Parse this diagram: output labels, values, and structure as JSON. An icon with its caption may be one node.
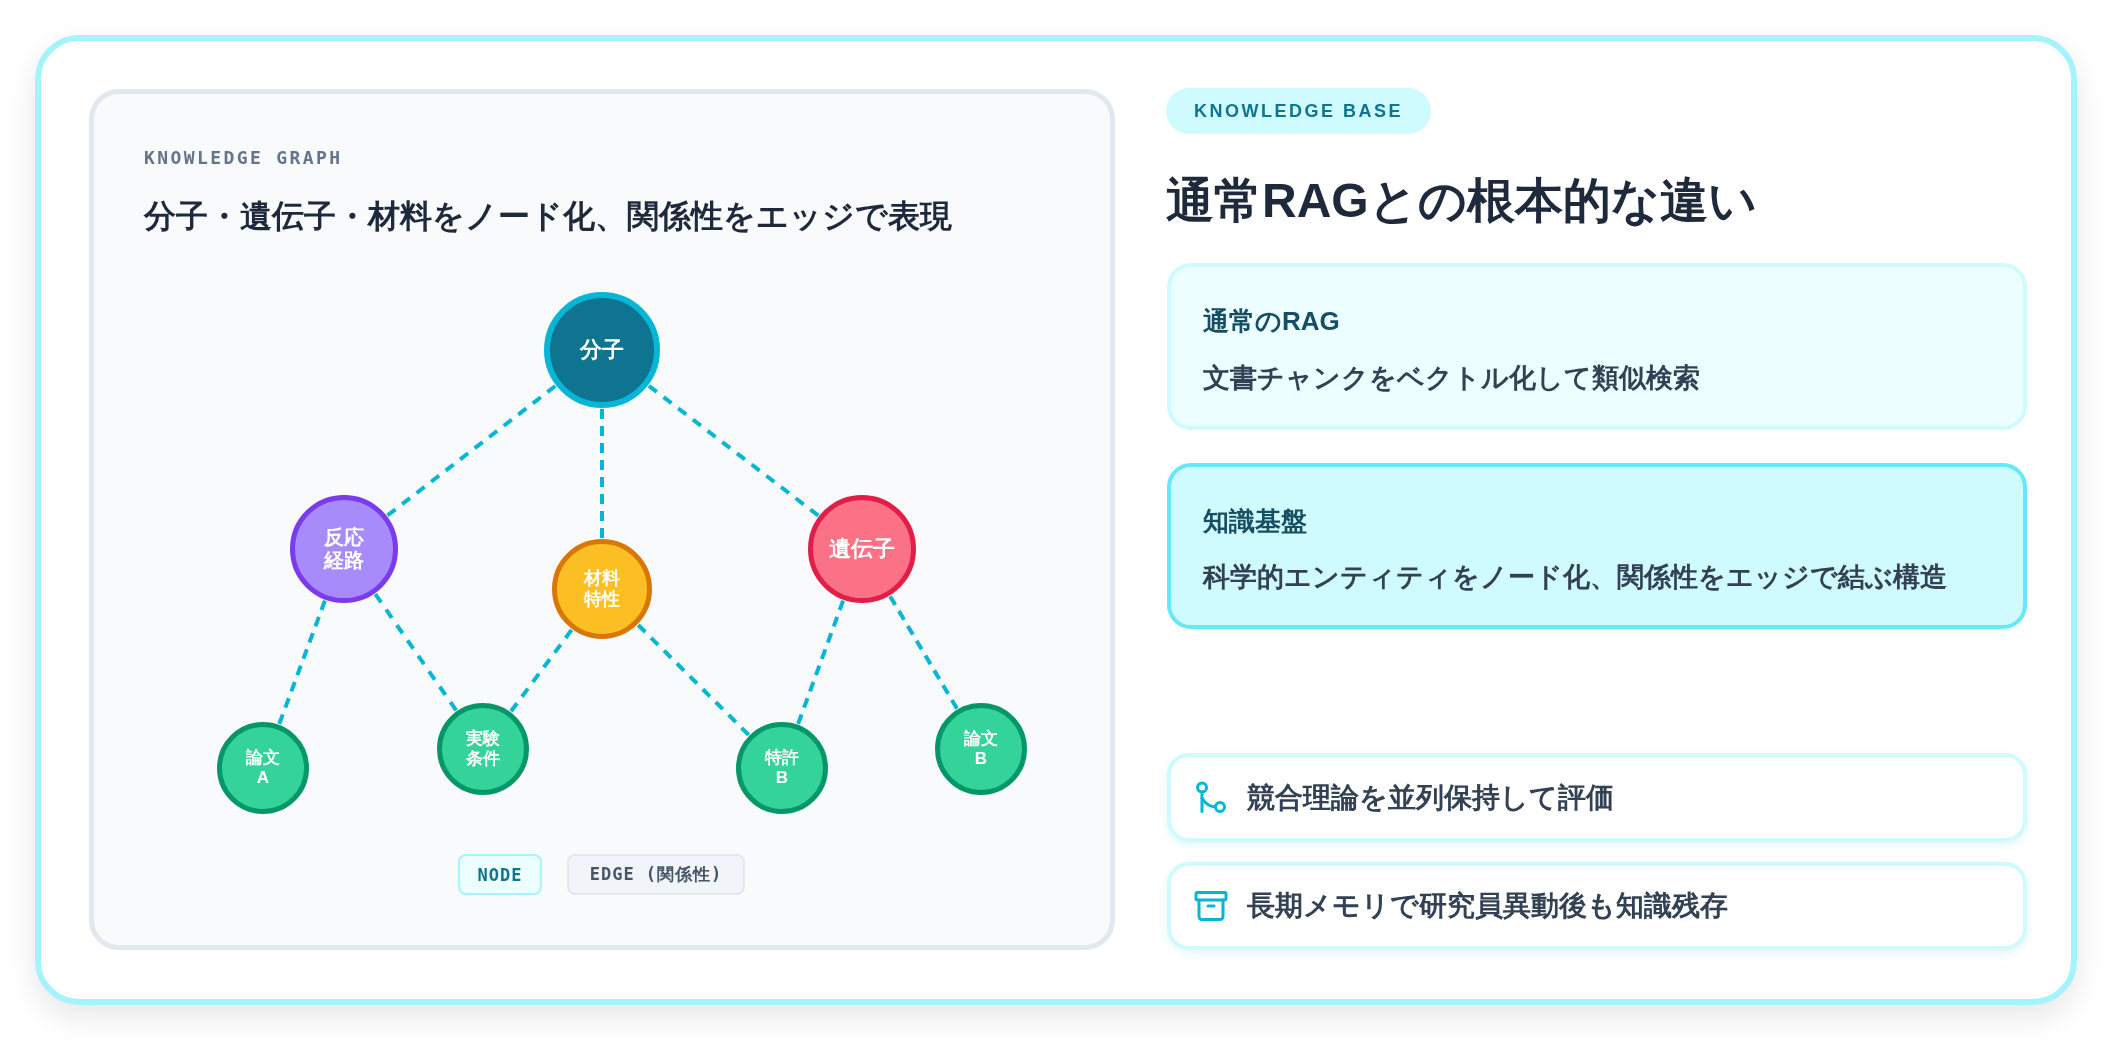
{
  "diagram": {
    "nodes": [
      {
        "text": [
          "KNOWLEDGE GRAPH",
          "分子・遺伝子・材料をノード化、関係性をエッジで表現"
        ]
      },
      {
        "text": [
          "分子"
        ],
        "in": 0
      },
      {
        "text": [
          "反応経路"
        ],
        "in": 0
      },
      {
        "text": [
          "材料特性"
        ],
        "in": 0
      },
      {
        "text": [
          "遺伝子"
        ],
        "in": 0
      },
      {
        "text": [
          "論文A"
        ],
        "in": 0
      },
      {
        "text": [
          "実験条件"
        ],
        "in": 0
      },
      {
        "text": [
          "特許B"
        ],
        "in": 0
      },
      {
        "text": [
          "論文B"
        ],
        "in": 0
      },
      {
        "text": [
          "NODE"
        ],
        "in": 0
      },
      {
        "text": [
          "EDGE (関係性)"
        ],
        "in": 0
      },
      {
        "text": [
          "KNOWLEDGE BASE"
        ]
      },
      {
        "text": [
          "通常のRAG",
          "文書チャンクをベクトル化して類似検索"
        ]
      },
      {
        "text": [
          "知識基盤",
          "科学的エンティティをノード化、関係性をエッジで結ぶ構造"
        ]
      },
      {
        "text": [
          "競合理論を並列保持して評価"
        ]
      },
      {
        "text": [
          "長期メモリで研究員異動後も知識残存"
        ]
      }
    ],
    "edges": [
      {
        "from": 1,
        "to": 2,
        "arrow": "none",
        "style": "dashed"
      },
      {
        "from": 1,
        "to": 3,
        "arrow": "none",
        "style": "dashed"
      },
      {
        "from": 1,
        "to": 4,
        "arrow": "none",
        "style": "dashed"
      },
      {
        "from": 2,
        "to": 5,
        "arrow": "none",
        "style": "dashed"
      },
      {
        "from": 2,
        "to": 6,
        "arrow": "none",
        "style": "dashed"
      },
      {
        "from": 3,
        "to": 6,
        "arrow": "none",
        "style": "dashed"
      },
      {
        "from": 3,
        "to": 7,
        "arrow": "none",
        "style": "dashed"
      },
      {
        "from": 4,
        "to": 7,
        "arrow": "none",
        "style": "dashed"
      },
      {
        "from": 4,
        "to": 8,
        "arrow": "none",
        "style": "dashed"
      }
    ],
    "labels": [
      "通常RAGとの根本的な違い"
    ]
  }
}
